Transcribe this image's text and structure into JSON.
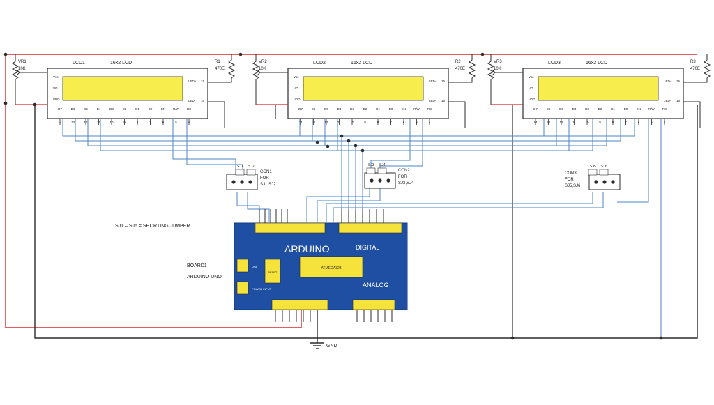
{
  "lcds": [
    {
      "id": "LCD1",
      "type": "16x2 LCD",
      "vr": "VR1",
      "vr_val": "10K",
      "r": "R1",
      "r_val": "470E"
    },
    {
      "id": "LCD2",
      "type": "16x2 LCD",
      "vr": "VR2",
      "vr_val": "10K",
      "r": "R2",
      "r_val": "470E"
    },
    {
      "id": "LCD3",
      "type": "16x2 LCD",
      "vr": "VR3",
      "vr_val": "10K",
      "r": "R3",
      "r_val": "470E"
    }
  ],
  "lcd_side_pins": [
    "Vss",
    "VO",
    "VDD"
  ],
  "lcd_right_pins": [
    "LED+",
    "LED-"
  ],
  "lcd_right_nums": [
    "15",
    "16"
  ],
  "lcd_bottom_labels": [
    "D7",
    "D6",
    "D5",
    "D4",
    "D3",
    "D2",
    "D1",
    "D0",
    "EN",
    "R/W",
    "RS"
  ],
  "lcd_bottom_nums": [
    "14",
    "13",
    "12",
    "11",
    "10",
    "9",
    "8",
    "7",
    "6",
    "5",
    "4"
  ],
  "connectors": [
    {
      "name": "CON1",
      "jumpers": [
        "SJ1",
        "SJ2"
      ],
      "desc1": "FOR",
      "desc2": "SJ1,SJ2"
    },
    {
      "name": "CON2",
      "jumpers": [
        "SJ3",
        "SJ4"
      ],
      "desc1": "FOR",
      "desc2": "SJ3,SJ4"
    },
    {
      "name": "CON3",
      "jumpers": [
        "SJ5",
        "SJ6"
      ],
      "desc1": "FOR",
      "desc2": "SJ5,SJ6"
    }
  ],
  "note": "SJ1 – SJ6 = SHORTING JUMPER",
  "board": {
    "label1": "BOARD1",
    "label2": "ARDUINO UNO",
    "title": "ARDUINO",
    "digital": "DIGITAL",
    "analog": "ANALOG",
    "chip": "ATMEGA328",
    "usb": "USB",
    "power": "POWER INPUT",
    "reset": "RESET"
  },
  "gnd": "GND",
  "colors": {
    "wire": "#2b2b2b",
    "vcc": "#d9262c",
    "signal": "#4d86c6",
    "lcd_body": "#ffffff",
    "lcd_screen": "#f7ee4d",
    "board": "#1f4fa3",
    "header": "#f5e33b"
  }
}
